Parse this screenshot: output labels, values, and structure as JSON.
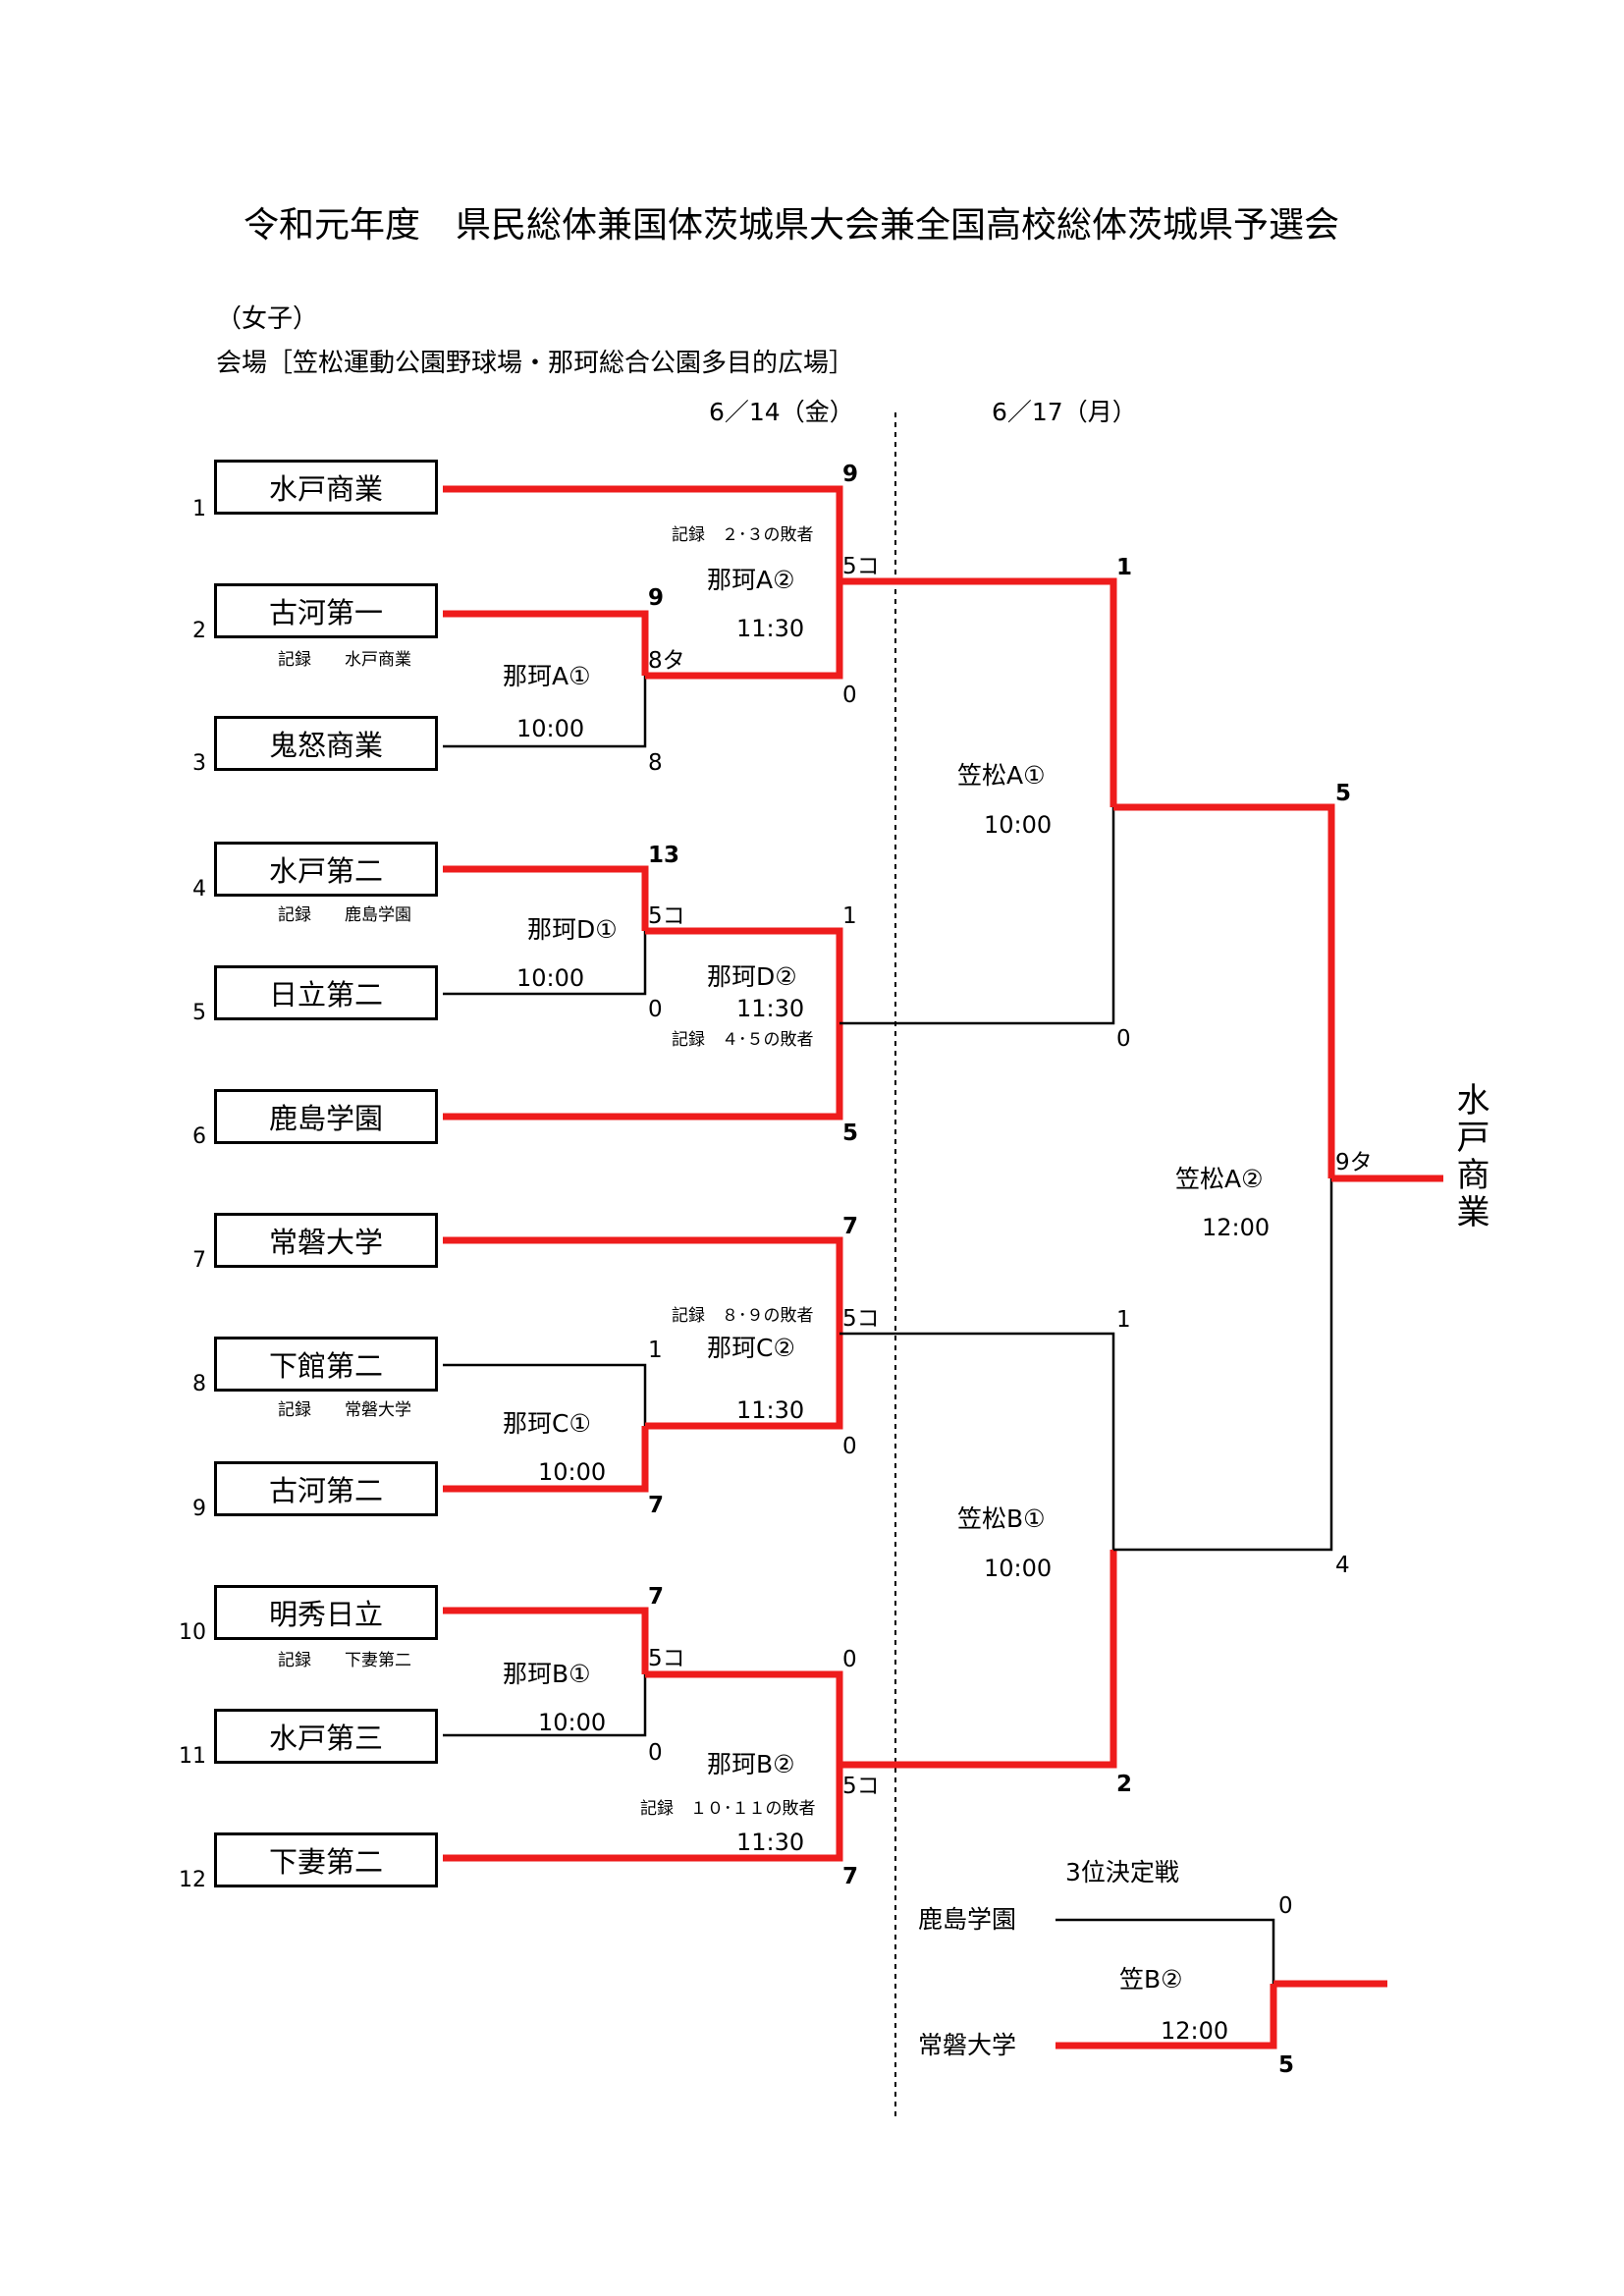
{
  "title": "令和元年度　県民総体兼国体茨城県大会兼全国高校総体茨城県予選会",
  "category": "（女子）",
  "venue": "会場［笠松運動公園野球場・那珂総合公園多目的広場］",
  "dates": {
    "day1": "6／14（金）",
    "day2": "6／17（月）"
  },
  "teams": [
    {
      "seed": "1",
      "name": "水戸商業"
    },
    {
      "seed": "2",
      "name": "古河第一"
    },
    {
      "seed": "3",
      "name": "鬼怒商業"
    },
    {
      "seed": "4",
      "name": "水戸第二"
    },
    {
      "seed": "5",
      "name": "日立第二"
    },
    {
      "seed": "6",
      "name": "鹿島学園"
    },
    {
      "seed": "7",
      "name": "常磐大学"
    },
    {
      "seed": "8",
      "name": "下館第二"
    },
    {
      "seed": "9",
      "name": "古河第二"
    },
    {
      "seed": "10",
      "name": "明秀日立"
    },
    {
      "seed": "11",
      "name": "水戸第三"
    },
    {
      "seed": "12",
      "name": "下妻第二"
    }
  ],
  "records": {
    "r1": "記録　　水戸商業",
    "r2": "記録　　鹿島学園",
    "r3": "記録　　常磐大学",
    "r4": "記録　　下妻第二",
    "r5": "記録　２･３の敗者",
    "r6": "記録　４･５の敗者",
    "r7": "記録　８･９の敗者",
    "r8": "記録　１０･１１の敗者"
  },
  "games": {
    "nakaA1": {
      "venue": "那珂A①",
      "time": "10:00"
    },
    "nakaA2": {
      "venue": "那珂A②",
      "time": "11:30"
    },
    "nakaD1": {
      "venue": "那珂D①",
      "time": "10:00"
    },
    "nakaD2": {
      "venue": "那珂D②",
      "time": "11:30"
    },
    "nakaC1": {
      "venue": "那珂C①",
      "time": "10:00"
    },
    "nakaC2": {
      "venue": "那珂C②",
      "time": "11:30"
    },
    "nakaB1": {
      "venue": "那珂B①",
      "time": "10:00"
    },
    "nakaB2": {
      "venue": "那珂B②",
      "time": "11:30"
    },
    "kasaA1": {
      "venue": "笠松A①",
      "time": "10:00"
    },
    "kasaB1": {
      "venue": "笠松B①",
      "time": "10:00"
    },
    "kasaA2": {
      "venue": "笠松A②",
      "time": "12:00"
    },
    "kasaB2": {
      "venue": "笠B②",
      "time": "12:00"
    }
  },
  "scores": {
    "s1": "9",
    "s2": "5コ",
    "s3": "0",
    "s4": "9",
    "s5": "8タ",
    "s6": "8",
    "s7": "13",
    "s8": "5コ",
    "s9": "0",
    "s10": "1",
    "s11": "5",
    "s12": "7",
    "s13": "5コ",
    "s14": "0",
    "s15": "1",
    "s16": "7",
    "s17": "7",
    "s18": "5コ",
    "s19": "0",
    "s20": "0",
    "s21": "5コ",
    "s22": "7",
    "s23": "1",
    "s24": "0",
    "s25": "1",
    "s26": "2",
    "s27": "5",
    "s28": "9タ",
    "s29": "4",
    "s30": "0",
    "s31": "5"
  },
  "third_place": {
    "label": "3位決定戦",
    "team_a": "鹿島学園",
    "team_b": "常磐大学"
  },
  "champion": "水戸商業",
  "colors": {
    "winner_line": "#ee1c1c",
    "loser_line": "#000000"
  }
}
